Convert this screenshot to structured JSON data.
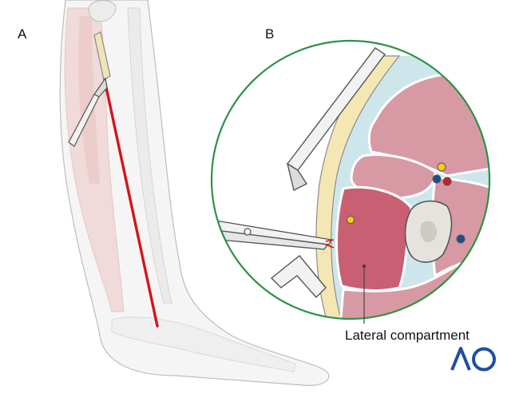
{
  "panels": {
    "a_label": "A",
    "b_label": "B"
  },
  "callout": {
    "text": "Lateral compartment"
  },
  "logo": {
    "text": "AO",
    "color": "#1f4ea1"
  },
  "colors": {
    "incision": "#d4141b",
    "magnifier_border": "#2e9147",
    "muscle": "#d79aa4",
    "muscle_lateral": "#c95f72",
    "fascia": "#cde6ec",
    "skin_fat": "#f4e7b4",
    "nerve": "#f2cf16",
    "artery": "#c8202a",
    "vein": "#1d4f8f"
  }
}
